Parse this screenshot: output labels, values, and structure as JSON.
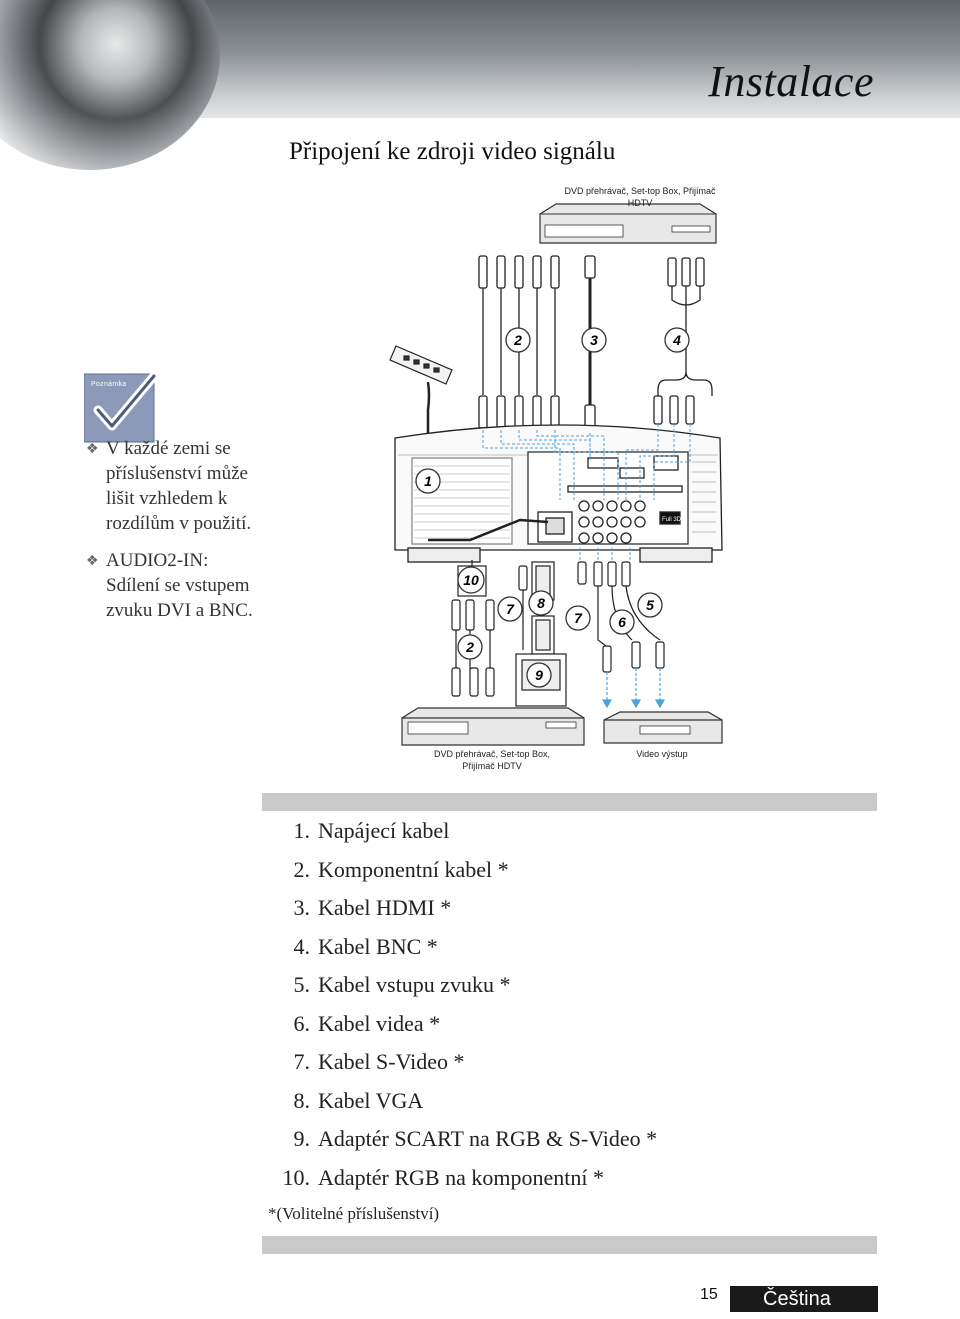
{
  "header": {
    "title": "Instalace"
  },
  "section_title": "Připojení ke zdroji video signálu",
  "devices": {
    "top_source": "DVD přehrávač, Set-top Box, Přijímač HDTV",
    "bottom_source": "DVD přehrávač, Set-top Box, Přijímač HDTV",
    "video_output": "Video výstup"
  },
  "callout_numbers": [
    "1",
    "2",
    "3",
    "4",
    "5",
    "6",
    "7",
    "8",
    "9",
    "10"
  ],
  "note": {
    "label": "Poznámka",
    "items": [
      "V každé zemi se příslušenství může lišit vzhledem k rozdílům v použití.",
      "AUDIO2-IN: Sdílení se vstupem zvuku DVI a BNC."
    ]
  },
  "legend": [
    {
      "num": "1.",
      "text": "Napájecí kabel"
    },
    {
      "num": "2.",
      "text": "Komponentní kabel *"
    },
    {
      "num": "3.",
      "text": "Kabel HDMI *"
    },
    {
      "num": "4.",
      "text": "Kabel BNC *"
    },
    {
      "num": "5.",
      "text": "Kabel vstupu zvuku *"
    },
    {
      "num": "6.",
      "text": "Kabel videa *"
    },
    {
      "num": "7.",
      "text": "Kabel S-Video *"
    },
    {
      "num": "8.",
      "text": "Kabel VGA"
    },
    {
      "num": "9.",
      "text": "Adaptér SCART na RGB & S-Video *"
    },
    {
      "num": "10.",
      "text": "Adaptér RGB na komponentní *"
    }
  ],
  "optional_note": "*(Volitelné příslušenství)",
  "footer": {
    "page_number": "15",
    "language": "Čeština"
  },
  "colors": {
    "header_gray": "#8b9094",
    "rule_gray": "#c9c9c9",
    "arrow_blue": "#4aa3df"
  }
}
